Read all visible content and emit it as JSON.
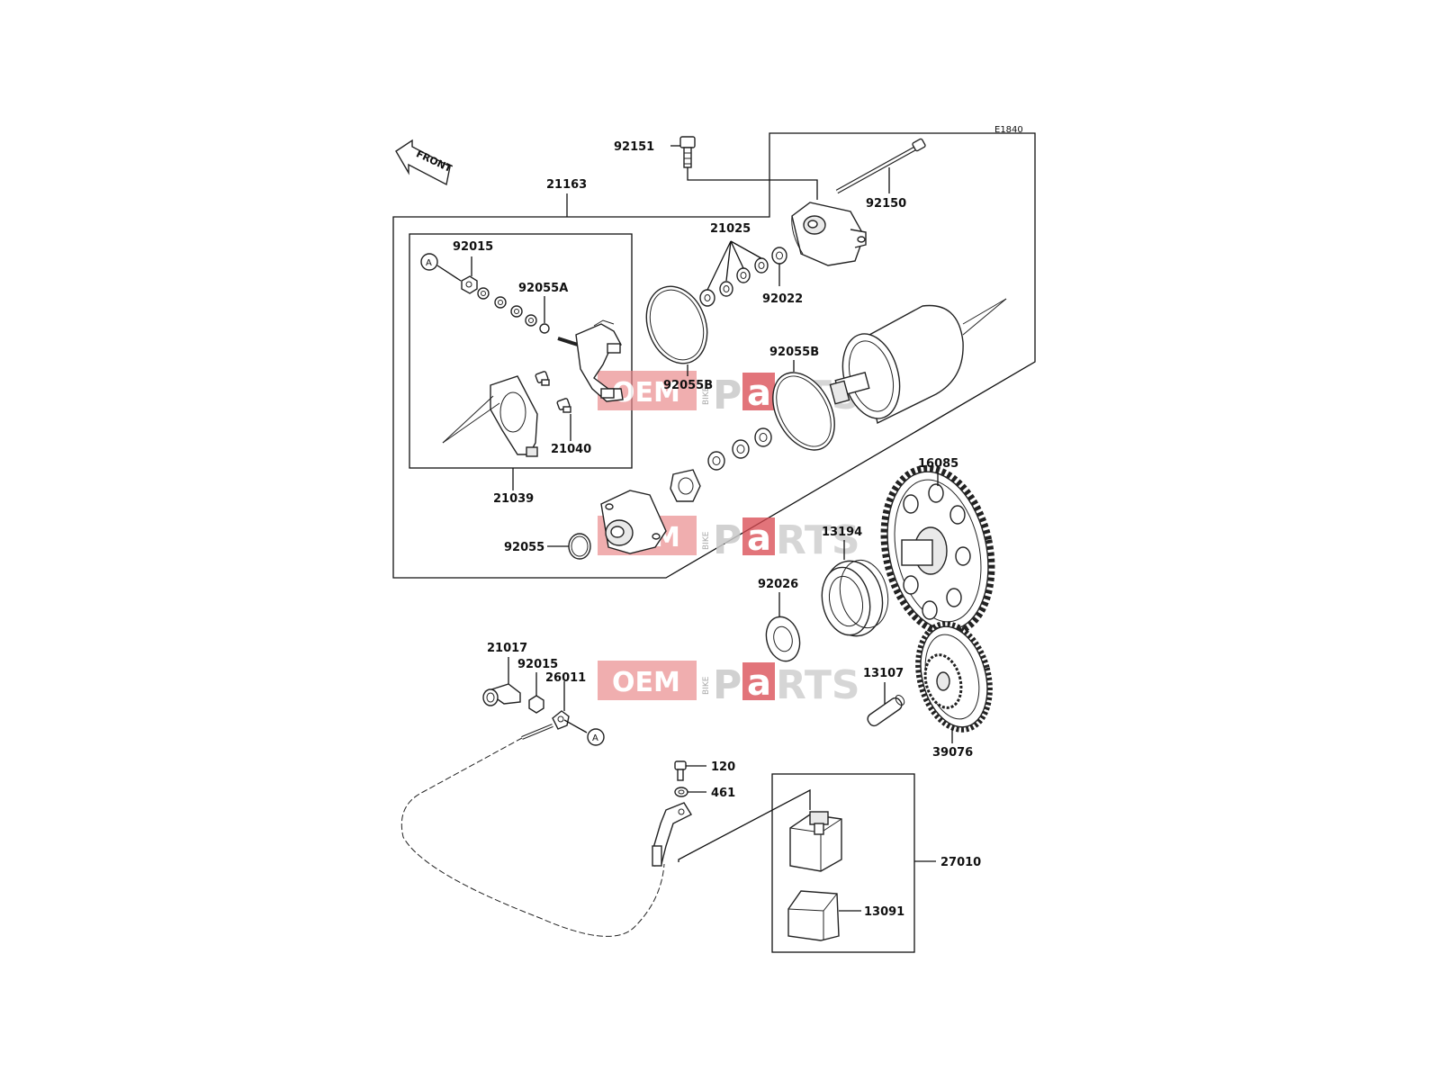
{
  "diagram": {
    "code": "E1840",
    "front_label": "FRONT",
    "ref_marker": "A",
    "watermark": {
      "oem": "OEM",
      "bike": "BIKE",
      "p": "P",
      "a": "a",
      "rts": "RTS"
    },
    "callouts": {
      "c92151": "92151",
      "c92150": "92150",
      "c21163": "21163",
      "c21025": "21025",
      "c92022": "92022",
      "c92015a": "92015",
      "c92055a": "92055A",
      "c92055b1": "92055B",
      "c92055b2": "92055B",
      "c21040": "21040",
      "c21039": "21039",
      "c92055": "92055",
      "c16085": "16085",
      "c13194": "13194",
      "c92026": "92026",
      "c21017": "21017",
      "c92015b": "92015",
      "c26011": "26011",
      "c13107": "13107",
      "c39076": "39076",
      "c120": "120",
      "c461": "461",
      "c27010": "27010",
      "c13091": "13091"
    }
  }
}
